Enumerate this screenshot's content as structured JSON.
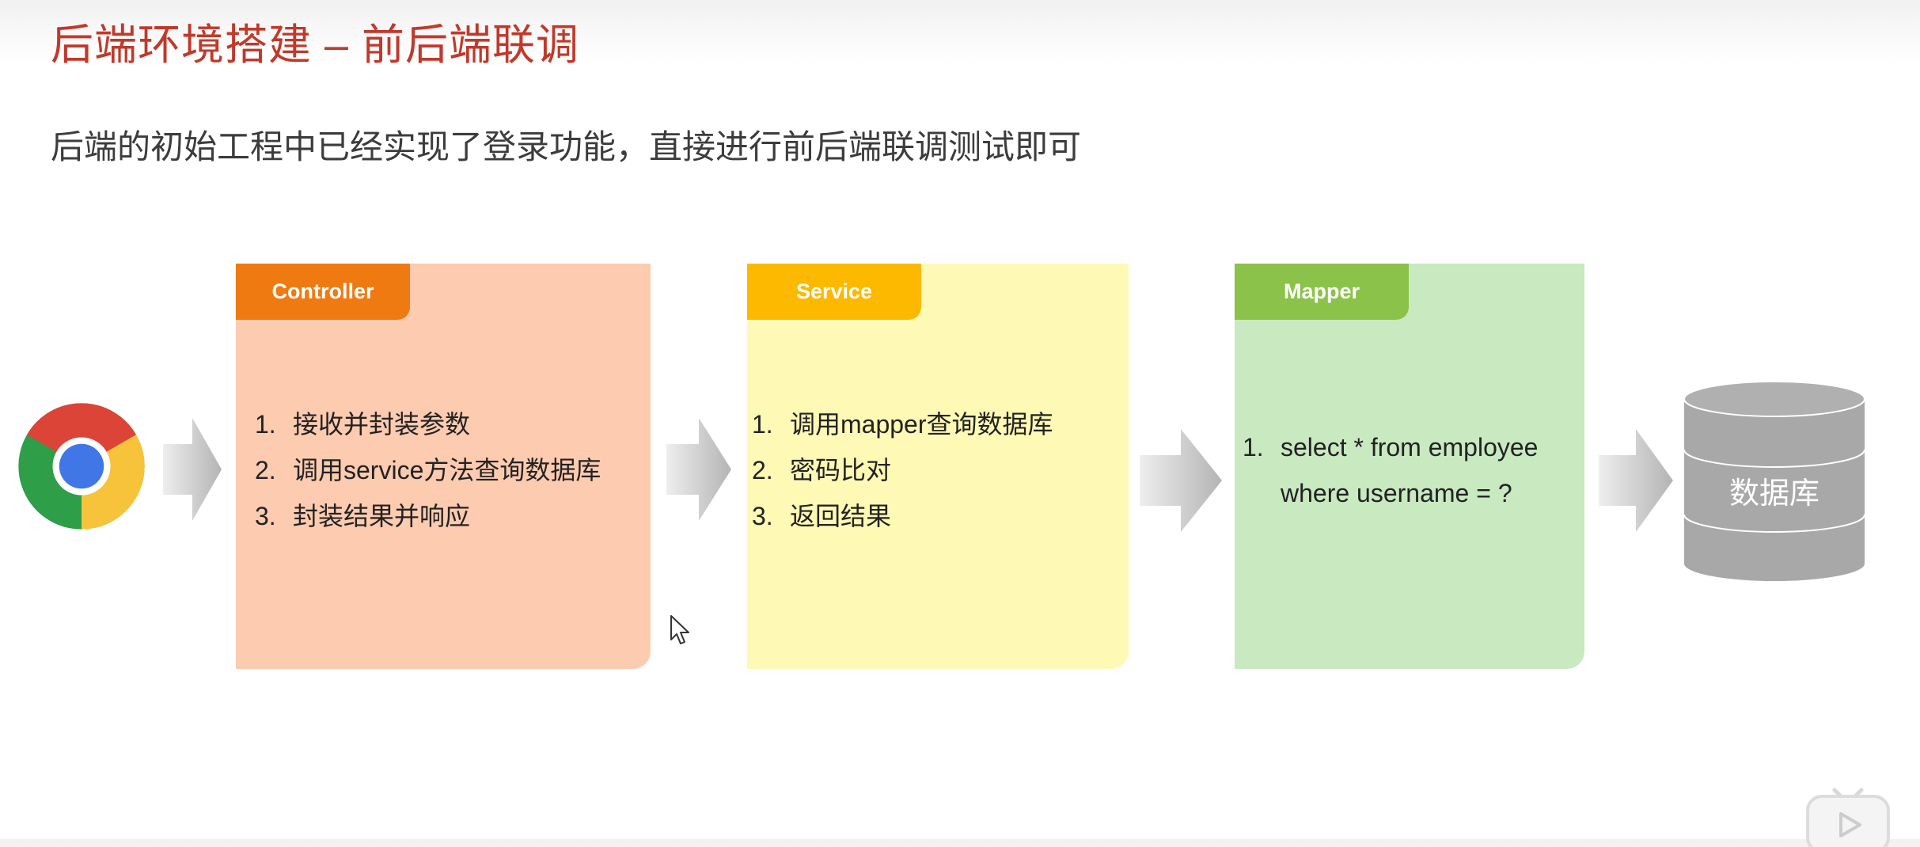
{
  "slide": {
    "title": "后端环境搭建 – 前后端联调",
    "subtitle": "后端的初始工程中已经实现了登录功能，直接进行前后端联调测试即可"
  },
  "icons": {
    "browser": "chrome-browser-icon",
    "arrow": "gray-gradient-arrow-icon",
    "database": "database-cylinder-icon",
    "cursor": "mouse-pointer-icon",
    "play": "play-button-icon"
  },
  "colors": {
    "title": "#c0392b",
    "controller_tab": "#f07a12",
    "controller_body": "#fdcbb0",
    "service_tab": "#fdb900",
    "service_body": "#fef9b4",
    "mapper_tab": "#8bc34a",
    "mapper_body": "#c9e9c1",
    "database": "#a8a8a8"
  },
  "controller": {
    "label": "Controller",
    "items": [
      {
        "num": "1.",
        "text": "接收并封装参数"
      },
      {
        "num": "2.",
        "text": "调用service方法查询数据库"
      },
      {
        "num": "3.",
        "text": "封装结果并响应"
      }
    ]
  },
  "service": {
    "label": "Service",
    "items": [
      {
        "num": "1.",
        "text": "调用mapper查询数据库"
      },
      {
        "num": "2.",
        "text": "密码比对"
      },
      {
        "num": "3.",
        "text": "返回结果"
      }
    ]
  },
  "mapper": {
    "label": "Mapper",
    "items": [
      {
        "num": "1.",
        "text": "select * from employee where username = ?"
      }
    ]
  },
  "database": {
    "label": "数据库"
  }
}
